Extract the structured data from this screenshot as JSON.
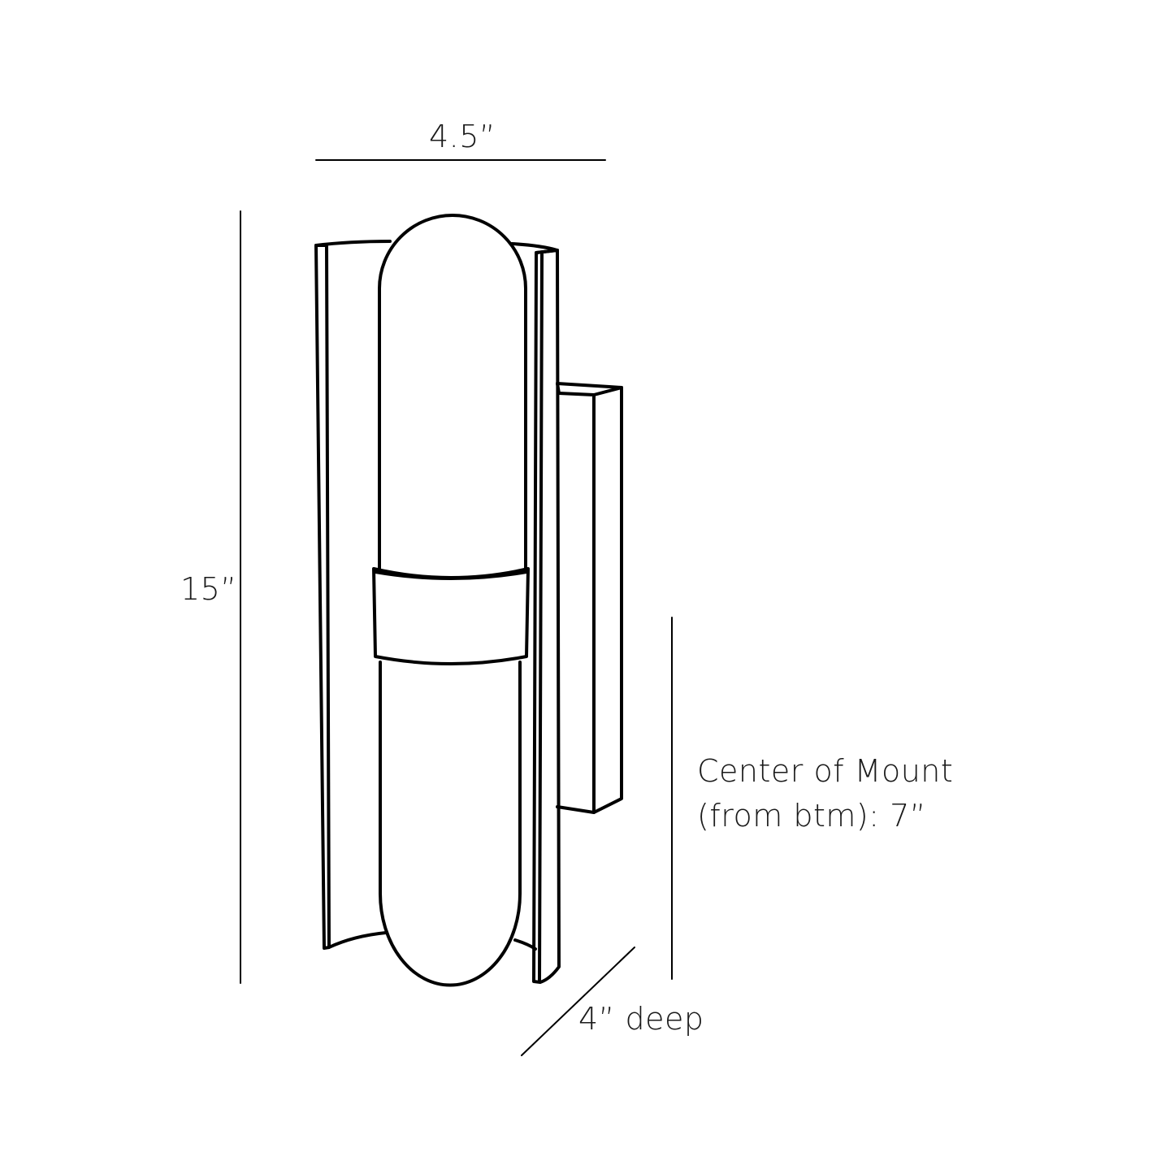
{
  "diagram": {
    "type": "dimension drawing",
    "subject": "wall sconce",
    "line_color": "#000000",
    "background": "#ffffff",
    "dimensions": {
      "width": "4.5”",
      "height": "15”",
      "depth": "4” deep",
      "mount_line1": "Center of Mount",
      "mount_line2": "(from btm): 7”"
    }
  }
}
